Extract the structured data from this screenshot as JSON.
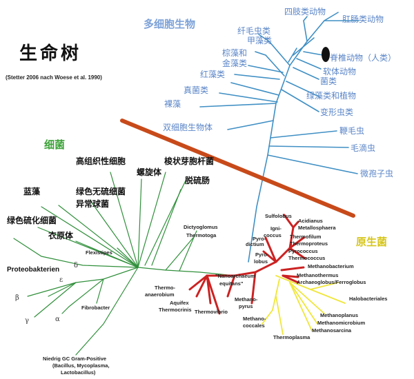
{
  "title": "生命树",
  "citation": "(Stetter 2006 nach Woese et al. 1990)",
  "domains": {
    "eukaryota": "多细胞生物",
    "bacteria": "细菌",
    "archaea": "原生菌"
  },
  "eukaryota_groups": {
    "animals": "四肢类动物",
    "cnidaria": "肛肠类动物",
    "ciliates": "纤毛虫类",
    "ciliates2": "甲藻类",
    "brown_algae": "棕藻和",
    "brown_algae2": "金藻类",
    "vertebrates": "脊椎动物（人类）",
    "red_algae": "红藻类",
    "mollusca": "软体动物",
    "fungi_cn": "菌类",
    "true_fungi": "真菌类",
    "green_plants": "绿藻类和植物",
    "naked_algae": "裸藻",
    "amoeba": "变形虫类",
    "dual_cell": "双细胞生物体",
    "flagellates": "鞭毛虫",
    "trichomonads": "毛滴虫",
    "microsporidia": "微孢子虫"
  },
  "bacteria_groups": {
    "high_org": "高组织性细胞",
    "spindle": "梭状芽胞杆菌",
    "spirochetes": "螺旋体",
    "desulfo": "脱硫肠",
    "cyanobacteria": "蓝藻",
    "green_nonsulfur": "绿色无硫细菌",
    "deinococcus": "异常球菌",
    "green_sulfur": "绿色硫化细菌",
    "chlamydia": "衣原体",
    "flexistipes": "Flexistipes",
    "proteobacteria": "Proteobakterien",
    "delta": "δ",
    "epsilon": "ε",
    "beta": "β",
    "gamma": "γ",
    "alpha": "α",
    "fibrobacter": "Fibrobacter",
    "dictyoglomus": "Dictyoglomus",
    "thermotoga": "Thermotoga",
    "thermoanaero1": "Thermo-",
    "thermoanaero2": "anaerobium",
    "aquifex": "Aquifex",
    "thermocrinis": "Thermocrinis",
    "thermovibrio": "Thermovibrio",
    "lowgc1": "Niedrig GC Gram-Positive",
    "lowgc2": "(Bacillus, Mycoplasma,",
    "lowgc3": "Lactobacillus)"
  },
  "archaea_groups": {
    "sulfolobus": "Sulfolobus",
    "acidianus": "Acidianus",
    "metallosphaera": "Metallosphaera",
    "ignicoccus1": "Igni-",
    "ignicoccus2": "coccus",
    "thermofilum": "Thermofilum",
    "thermoproteus": "Thermoproteus",
    "pyrodictium1": "Pyro-",
    "pyrodictium2": "dictium",
    "pyrococcus": "Pyrococcus",
    "thermococcus": "Thermococcus",
    "pyrolobus1": "Pyro-",
    "pyrolobus2": "lobus",
    "methanobacterium": "Methanobacterium",
    "methanothermus": "Methanothermus",
    "archaeoglobus": "Archaeoglobus/Ferroglobus",
    "nano1": "\"Nanoarchaeum",
    "nano2": "equitans\"",
    "methanopyrus1": "Methano-",
    "methanopyrus2": "pyrus",
    "halobacteriales": "Halobacteriales",
    "methanoplanus": "Methanoplanus",
    "methanomicrobium": "Methanomicrobium",
    "methanosarcina": "Methanosarcina",
    "methanococcales1": "Methano-",
    "methanococcales2": "coccales",
    "thermoplasma": "Thermoplasma"
  },
  "colors": {
    "eukaryota": "#3f8fc4",
    "bacteria": "#2f8f3a",
    "archaea": "#cc2222",
    "archaea_yellow": "#f0e63a",
    "divider": "#c84a1a"
  }
}
